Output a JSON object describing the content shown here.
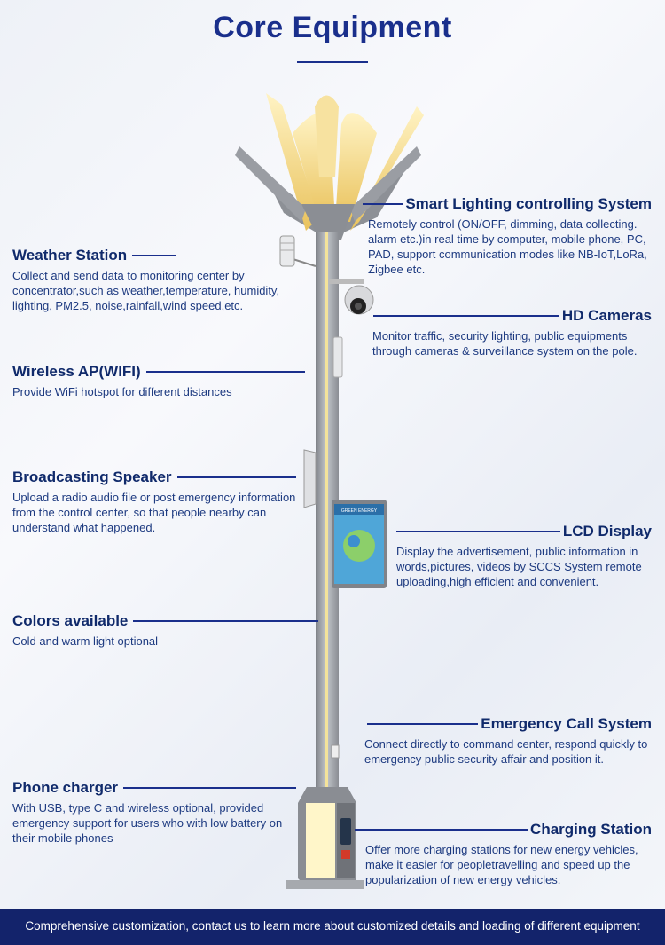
{
  "title": "Core Equipment",
  "left_features": [
    {
      "title": "Weather Station",
      "desc": "Collect and send data to monitoring center by concentrator,such as weather,temperature, humidity, lighting, PM2.5, noise,rainfall,wind speed,etc."
    },
    {
      "title": "Wireless AP(WIFI)",
      "desc": "Provide WiFi hotspot for different distances"
    },
    {
      "title": "Broadcasting Speaker",
      "desc": "Upload a radio audio file or post emergency information from the control center, so that people nearby can understand what happened."
    },
    {
      "title": "Colors available",
      "desc": "Cold and warm light optional"
    },
    {
      "title": "Phone charger",
      "desc": "With USB, type C and wireless optional, provided emergency support for users who with low battery on their mobile phones"
    }
  ],
  "right_features": [
    {
      "title": "Smart Lighting controlling System",
      "desc": "Remotely control (ON/OFF, dimming, data collecting. alarm etc.)in real time by computer, mobile phone, PC, PAD, support communication modes like NB-IoT,LoRa, Zigbee etc."
    },
    {
      "title": "HD Cameras",
      "desc": "Monitor traffic, security lighting, public equipments through cameras & surveillance system on the pole."
    },
    {
      "title": "LCD Display",
      "desc": "Display the advertisement, public information in words,pictures, videos by SCCS System remote uploading,high efficient and convenient."
    },
    {
      "title": "Emergency Call System",
      "desc": "Connect directly to command center, respond quickly to emergency public security affair and position it."
    },
    {
      "title": "Charging Station",
      "desc": "Offer more charging stations for new energy vehicles, make it easier for peopletravelling and speed up the popularization of new energy vehicles."
    }
  ],
  "lcd_text": "GREEN ENERGY",
  "footer": "Comprehensive customization, contact us to learn more about customized details and loading of different equipment",
  "colors": {
    "primary": "#1a2f8c",
    "footer_bg": "#13236b",
    "pole": "#9a9da3",
    "light": "#f3d98a"
  }
}
